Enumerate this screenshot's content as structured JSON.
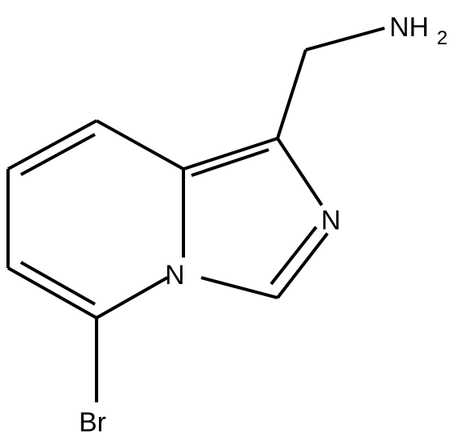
{
  "molecule": {
    "atoms": {
      "amine": {
        "label": "NH",
        "subscript": "2"
      },
      "imidazole_n": {
        "label": "N"
      },
      "bridgehead_n": {
        "label": "N"
      },
      "bromine": {
        "label": "Br"
      }
    }
  }
}
